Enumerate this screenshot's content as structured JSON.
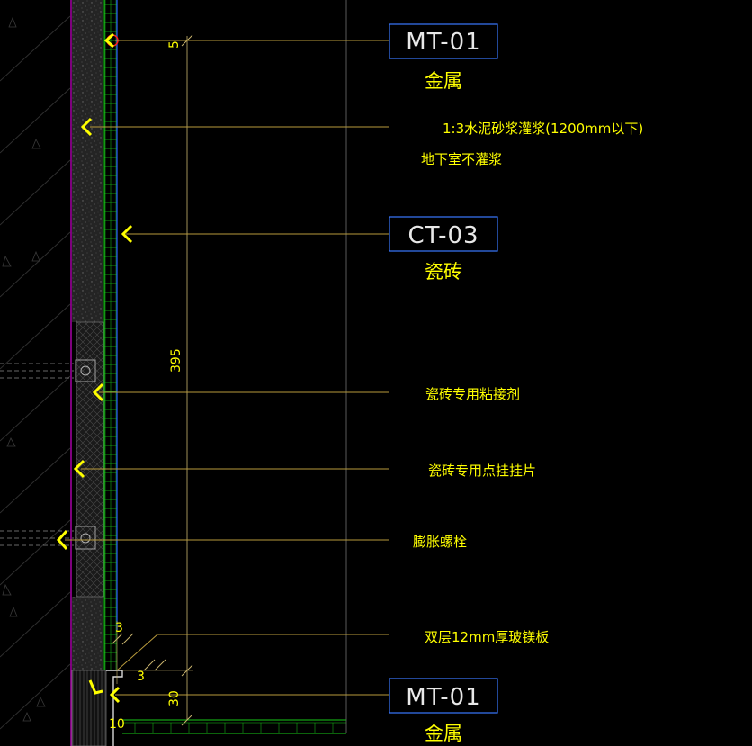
{
  "tags": [
    {
      "id": "mt01_top",
      "code": "MT-01",
      "material": "金属"
    },
    {
      "id": "ct03",
      "code": "CT-03",
      "material": "瓷砖"
    },
    {
      "id": "mt01_bottom",
      "code": "MT-01",
      "material": "金属"
    }
  ],
  "notes": {
    "mortar_line1": "1:3水泥砂浆灌浆(1200mm以下)",
    "mortar_line2": "地下室不灌浆",
    "adhesive": "瓷砖专用粘接剂",
    "clip": "瓷砖专用点挂挂片",
    "bolt": "膨胀螺栓",
    "board": "双层12mm厚玻镁板"
  },
  "dimensions": {
    "top": "5",
    "height": "395",
    "gap_a": "3",
    "gap_b": "3",
    "base": "30",
    "bottom": "10"
  },
  "colors": {
    "background": "#000000",
    "leader": "#b89a3c",
    "dim_line": "#c8b46e",
    "text_yellow": "#ffff00",
    "tag_border": "#3a78ff",
    "wall_magenta": "#d000d0",
    "tile_green": "#19c819",
    "tile_blue": "#2a5aff",
    "grey": "#8c8c8c",
    "marker_red": "#ff2020"
  }
}
